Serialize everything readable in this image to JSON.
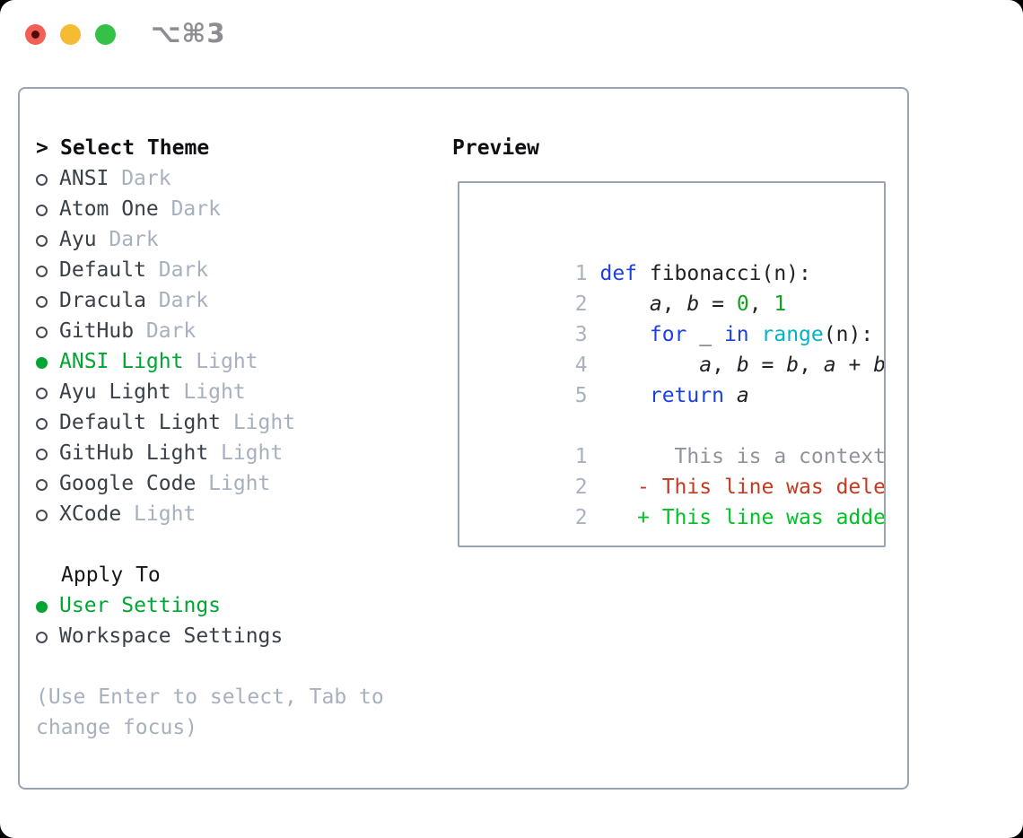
{
  "window": {
    "shortcut": "⌥⌘3"
  },
  "themes": {
    "prompt": ">",
    "header": "Select Theme",
    "items": [
      {
        "name": "ANSI",
        "variant": "Dark",
        "selected": false
      },
      {
        "name": "Atom One",
        "variant": "Dark",
        "selected": false
      },
      {
        "name": "Ayu",
        "variant": "Dark",
        "selected": false
      },
      {
        "name": "Default",
        "variant": "Dark",
        "selected": false
      },
      {
        "name": "Dracula",
        "variant": "Dark",
        "selected": false
      },
      {
        "name": "GitHub",
        "variant": "Dark",
        "selected": false
      },
      {
        "name": "ANSI Light",
        "variant": "Light",
        "selected": true
      },
      {
        "name": "Ayu Light",
        "variant": "Light",
        "selected": false
      },
      {
        "name": "Default Light",
        "variant": "Light",
        "selected": false
      },
      {
        "name": "GitHub Light",
        "variant": "Light",
        "selected": false
      },
      {
        "name": "Google Code",
        "variant": "Light",
        "selected": false
      },
      {
        "name": "XCode",
        "variant": "Light",
        "selected": false
      }
    ]
  },
  "apply_to": {
    "header": "Apply To",
    "options": [
      {
        "label": "User Settings",
        "selected": true
      },
      {
        "label": "Workspace Settings",
        "selected": false
      }
    ]
  },
  "hint": [
    "(Use Enter to select, Tab to",
    "change focus)"
  ],
  "preview": {
    "header": "Preview",
    "code_lines": [
      {
        "ln": "1",
        "segs": [
          {
            "t": "def",
            "c": "kw"
          },
          {
            "t": " fibonacci(n):",
            "c": "plain"
          }
        ]
      },
      {
        "ln": "2",
        "segs": [
          {
            "t": "    ",
            "c": "plain"
          },
          {
            "t": "a",
            "c": "var"
          },
          {
            "t": ", ",
            "c": "plain"
          },
          {
            "t": "b",
            "c": "var"
          },
          {
            "t": " = ",
            "c": "plain"
          },
          {
            "t": "0",
            "c": "num"
          },
          {
            "t": ", ",
            "c": "plain"
          },
          {
            "t": "1",
            "c": "num"
          }
        ]
      },
      {
        "ln": "3",
        "segs": [
          {
            "t": "    ",
            "c": "plain"
          },
          {
            "t": "for",
            "c": "kw"
          },
          {
            "t": " _ ",
            "c": "plain"
          },
          {
            "t": "in",
            "c": "kw"
          },
          {
            "t": " ",
            "c": "plain"
          },
          {
            "t": "range",
            "c": "fn"
          },
          {
            "t": "(n):",
            "c": "plain"
          }
        ]
      },
      {
        "ln": "4",
        "segs": [
          {
            "t": "        ",
            "c": "plain"
          },
          {
            "t": "a",
            "c": "var"
          },
          {
            "t": ", ",
            "c": "plain"
          },
          {
            "t": "b",
            "c": "var"
          },
          {
            "t": " = ",
            "c": "plain"
          },
          {
            "t": "b",
            "c": "var"
          },
          {
            "t": ", ",
            "c": "plain"
          },
          {
            "t": "a",
            "c": "var"
          },
          {
            "t": " + ",
            "c": "plain"
          },
          {
            "t": "b",
            "c": "var"
          }
        ]
      },
      {
        "ln": "5",
        "segs": [
          {
            "t": "    ",
            "c": "plain"
          },
          {
            "t": "return",
            "c": "kw"
          },
          {
            "t": " ",
            "c": "plain"
          },
          {
            "t": "a",
            "c": "var"
          }
        ]
      }
    ],
    "diff_lines": [
      {
        "ln": "1",
        "segs": [
          {
            "t": "      This is a context line.",
            "c": "ctx"
          }
        ]
      },
      {
        "ln": "2",
        "segs": [
          {
            "t": "   - This line was deleted.",
            "c": "del"
          }
        ]
      },
      {
        "ln": "2",
        "segs": [
          {
            "t": "   + This line was added.",
            "c": "add"
          }
        ]
      }
    ]
  },
  "colors": {
    "accent_green": "#00a532",
    "keyword_blue": "#1b41e3",
    "builtin_cyan": "#00b4c5",
    "number_green": "#11a21f",
    "deleted_red": "#c23a20",
    "added_green": "#00c226",
    "context_gray": "#8e949c",
    "muted_gray": "#a6b0bf",
    "border_gray": "#9aa4b0",
    "traffic_red": "#f25f57",
    "traffic_yellow": "#f5bc33",
    "traffic_green": "#33c148"
  }
}
